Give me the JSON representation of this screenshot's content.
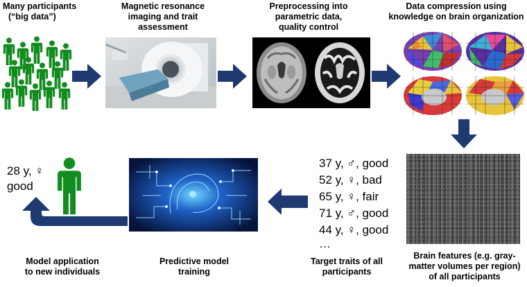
{
  "steps": {
    "participants": {
      "lines": [
        "Many participants",
        "(“big data”)"
      ]
    },
    "mri": {
      "lines": [
        "Magnetic resonance",
        "imaging and trait",
        "assessment"
      ]
    },
    "preprocessing": {
      "lines": [
        "Preprocessing into",
        "parametric data,",
        "quality control"
      ]
    },
    "compression": {
      "lines": [
        "Data compression using",
        "knowledge on brain organization"
      ]
    },
    "features": {
      "lines": [
        "Brain features (e.g. gray-",
        "matter volumes per region)",
        "of all participants"
      ]
    },
    "traits": {
      "lines": [
        "Target traits of all",
        "participants"
      ],
      "rows": [
        "37 y, ♂, good",
        "52 y, ♀, bad",
        "65 y, ♀, fair",
        "71 y, ♂, good",
        "44 y, ♀, good",
        "…"
      ]
    },
    "training": {
      "lines": [
        "Predictive model",
        "training"
      ]
    },
    "application": {
      "lines": [
        "Model application",
        "to new individuals"
      ],
      "individual": [
        "28 y, ♀",
        "good"
      ]
    }
  },
  "colors": {
    "arrow": "#1f3a70",
    "person": "#118c1e",
    "background": "#ffffff"
  },
  "icons": [
    "person-icon",
    "mri-scanner-illustration",
    "brain-slice-image",
    "parcellated-brain-image",
    "feature-matrix-image",
    "ai-brain-image",
    "right-arrow",
    "down-arrow",
    "left-arrow",
    "u-turn-arrow"
  ]
}
